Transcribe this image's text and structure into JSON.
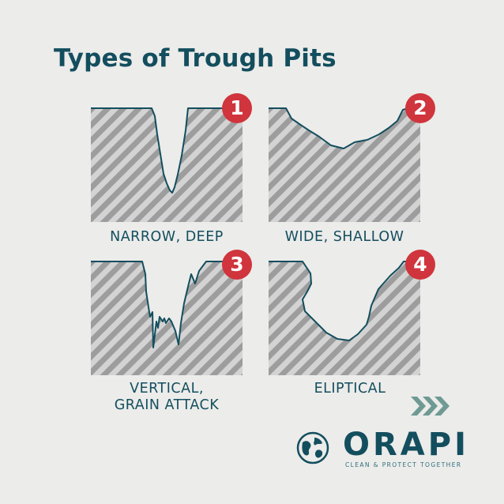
{
  "title": "Types of Trough Pits",
  "pits": [
    {
      "number": "1",
      "label_lines": [
        "NARROW, DEEP"
      ]
    },
    {
      "number": "2",
      "label_lines": [
        "WIDE, SHALLOW"
      ]
    },
    {
      "number": "3",
      "label_lines": [
        "VERTICAL,",
        "GRAIN ATTACK"
      ]
    },
    {
      "number": "4",
      "label_lines": [
        "ELIPTICAL"
      ]
    }
  ],
  "brand": {
    "name": "ORAPI",
    "tagline": "CLEAN & PROTECT TOGETHER"
  },
  "colors": {
    "primary": "#134e5e",
    "badge": "#d0343c",
    "stripe_light": "#d3d3d3",
    "stripe_dark": "#9d9d9d",
    "background": "#ececea",
    "chevron": "#6f9a94"
  }
}
